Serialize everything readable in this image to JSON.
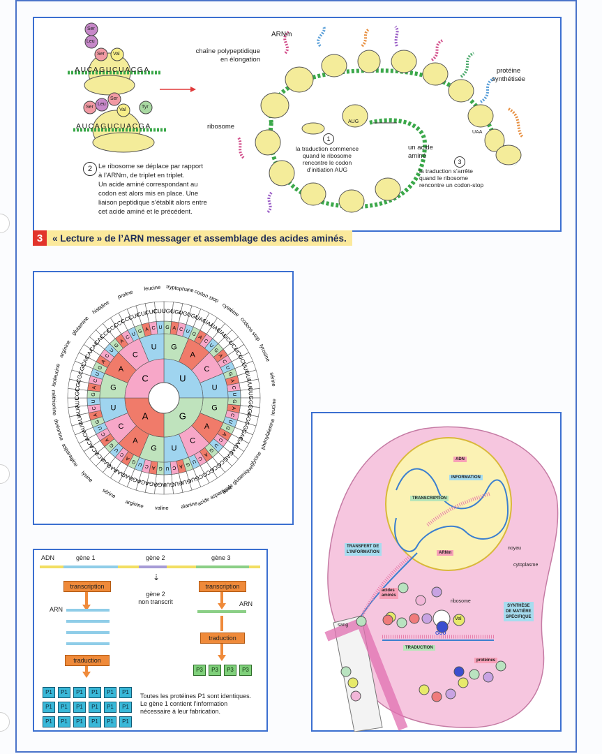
{
  "figure": {
    "number": "3",
    "title": "« Lecture » de l’ARN messager et assemblage des acides aminés."
  },
  "translation": {
    "top_sequence": "AUCAGUCUACGA",
    "bottom_sequence": "AUCAGUCUACGA",
    "top_aminoacids": [
      "Ser",
      "Leu",
      "Ser",
      "Val"
    ],
    "bottom_aminoacids": [
      "Ser",
      "Leu",
      "Ser",
      "Val",
      "Tyr"
    ],
    "step2_number": "2",
    "step2_text": [
      "Le ribosome se déplace par rapport",
      "à l’ARNm, de triplet en triplet.",
      "Un acide aminé correspondant au",
      "codon est alors mis en place. Une",
      "liaison peptidique s’établit alors entre",
      "cet acide aminé et le précédent."
    ],
    "label_arnm": "ARNm",
    "label_chain": [
      "chaîne polypeptidique",
      "en élongation"
    ],
    "label_protein": [
      "protéine",
      "synthétisée"
    ],
    "label_ribosome": "ribosome",
    "label_amino": [
      "un acide",
      "aminé"
    ],
    "codon_aug": "AUG",
    "codon_uaa": "UAA",
    "step1_number": "1",
    "step1_text": [
      "la traduction commence",
      "quand le ribosome",
      "rencontre le codon",
      "d’initiation AUG"
    ],
    "step3_number": "3",
    "step3_text": [
      "la traduction s’arrête",
      "quand le ribosome",
      "rencontre un codon-stop"
    ]
  },
  "codon_wheel": {
    "inner": [
      "U",
      "C",
      "A",
      "G"
    ],
    "aminoacids": [
      "tryptophane",
      "codon stop",
      "cystéine",
      "codons stop",
      "tyrosine",
      "sérine",
      "leucine",
      "phénylalanine",
      "glycine",
      "acide glutamique",
      "acide aspartique",
      "alanine",
      "valine",
      "arginine",
      "sérine",
      "lysine",
      "asparagine",
      "thréonine",
      "méthionine",
      "isoleucine",
      "arginine",
      "glutamine",
      "histidine",
      "proline",
      "leucine"
    ],
    "codons": [
      "UGG",
      "UGA",
      "UGC",
      "UGU",
      "UAG",
      "UAA",
      "UAC",
      "UAU",
      "UCG",
      "UCA",
      "UCC",
      "UCU",
      "UUG",
      "UUA",
      "UUC",
      "UUU",
      "GGG",
      "GGA",
      "GGC",
      "GGU",
      "GAG",
      "GAA",
      "GAC",
      "GAU",
      "GCG",
      "GCA",
      "GCC",
      "GCU",
      "GUG",
      "GUA",
      "GUC",
      "GUU",
      "AGG",
      "AGA",
      "AGC",
      "AGU",
      "AAG",
      "AAA",
      "AAC",
      "AAU",
      "ACG",
      "ACA",
      "ACC",
      "ACU",
      "AUG",
      "AUA",
      "AUC",
      "AUU",
      "CGG",
      "CGA",
      "CGC",
      "CGU",
      "CAG",
      "CAA",
      "CAC",
      "CAU",
      "CCG",
      "CCA",
      "CCC",
      "CCU",
      "CUG",
      "CUA",
      "CUC",
      "CUU"
    ]
  },
  "genes": {
    "adn": "ADN",
    "gene1": "gène 1",
    "gene2": "gène 2",
    "gene3": "gène 3",
    "gene2_note": [
      "gène 2",
      "non transcrit"
    ],
    "transcription": "transcription",
    "traduction": "traduction",
    "arn": "ARN",
    "p1": "P1",
    "p3": "P3",
    "note": [
      "Toutes les protéines P1 sont identiques.",
      "Le gène 1 contient l’information",
      "nécessaire à leur fabrication."
    ]
  },
  "cell": {
    "adn": "ADN",
    "information": "INFORMATION",
    "transcription": "TRANSCRIPTION",
    "noyau": "noyau",
    "arnm": "ARNm",
    "transfert": [
      "TRANSFERT DE",
      "L’INFORMATION"
    ],
    "cytoplasme": "cytoplasme",
    "acides": [
      "acides",
      "aminés"
    ],
    "ribosome": "ribosome",
    "val": "Val",
    "synthese": [
      "SYNTHÈSE",
      "DE MATIÈRE",
      "SPÉCIFIQUE"
    ],
    "sang": "sang",
    "guu": "GUU",
    "traduction": "TRADUCTION",
    "proteines": "protéines"
  },
  "colors": {
    "border_blue": "#3b6fd0",
    "ribosome_yellow": "#f4ec9a",
    "mrna_green": "#3ba84a",
    "title_red": "#e2342b",
    "title_yellow": "#fbe99c",
    "cell_pink": "#f6c6df",
    "nucleus_yellow": "#fbf2b4"
  }
}
